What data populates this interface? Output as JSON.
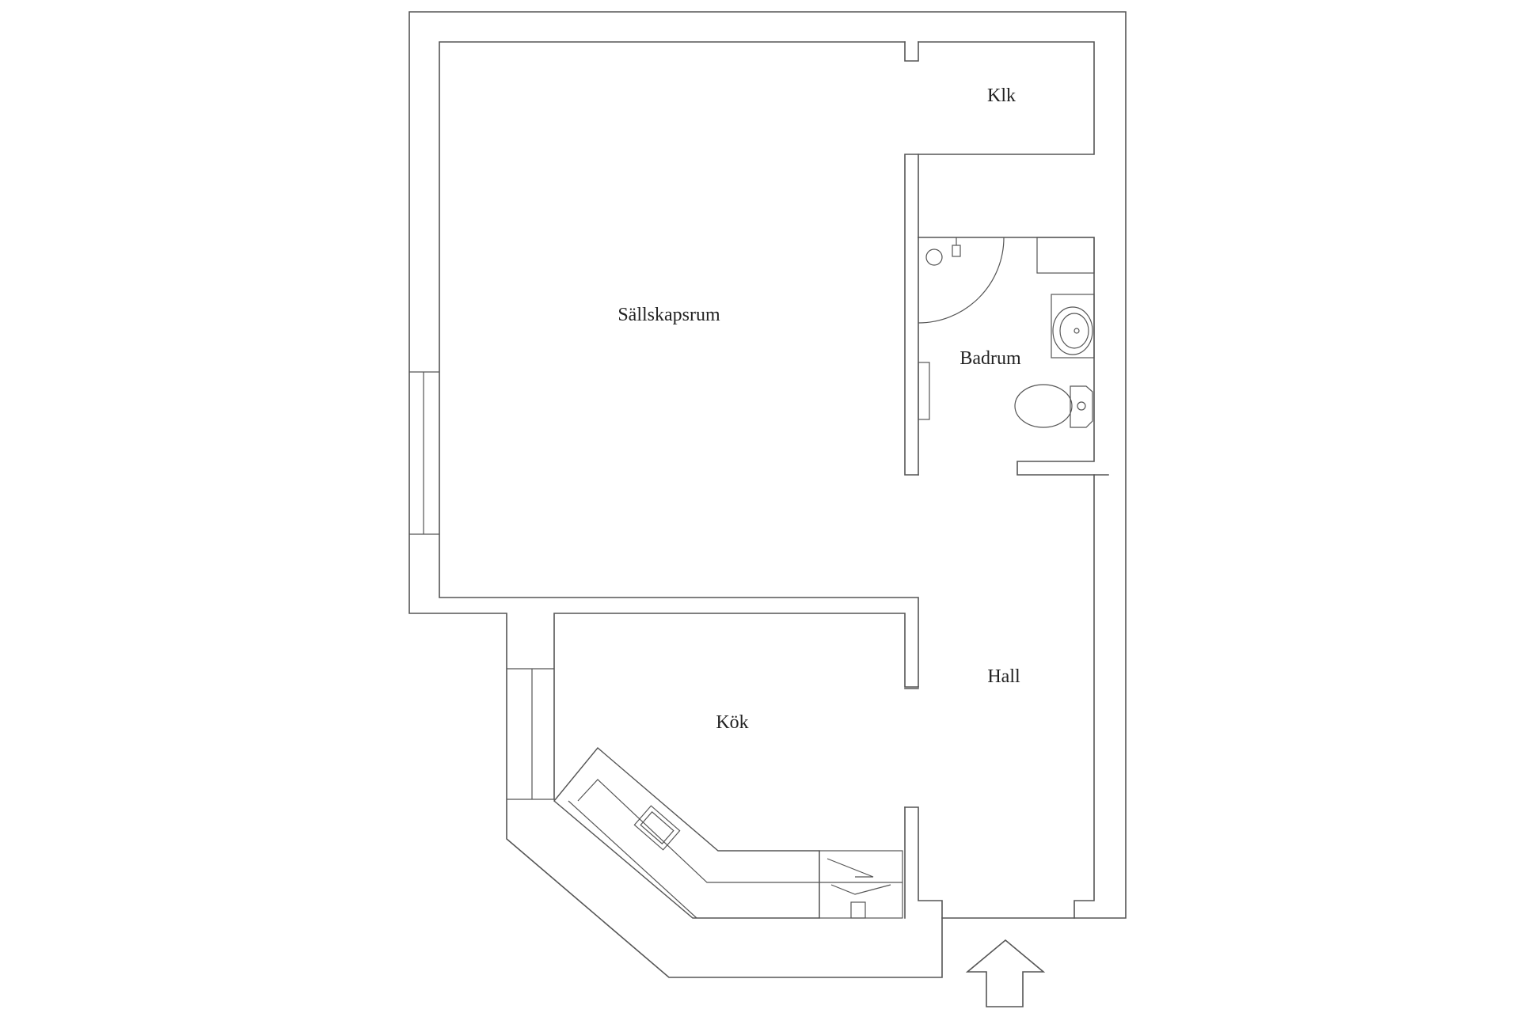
{
  "rooms": {
    "klk": "Klk",
    "sallskapsrum": "Sällskapsrum",
    "badrum": "Badrum",
    "hall": "Hall",
    "kok": "Kök"
  },
  "icons": {
    "entrance": "entrance-arrow-icon",
    "toilet": "toilet-icon",
    "sink": "sink-icon",
    "shower": "shower-icon",
    "stove": "stove-icon",
    "kitchen_sink": "kitchen-sink-icon"
  },
  "colors": {
    "line": "#555555",
    "text": "#222222",
    "background": "#ffffff"
  }
}
